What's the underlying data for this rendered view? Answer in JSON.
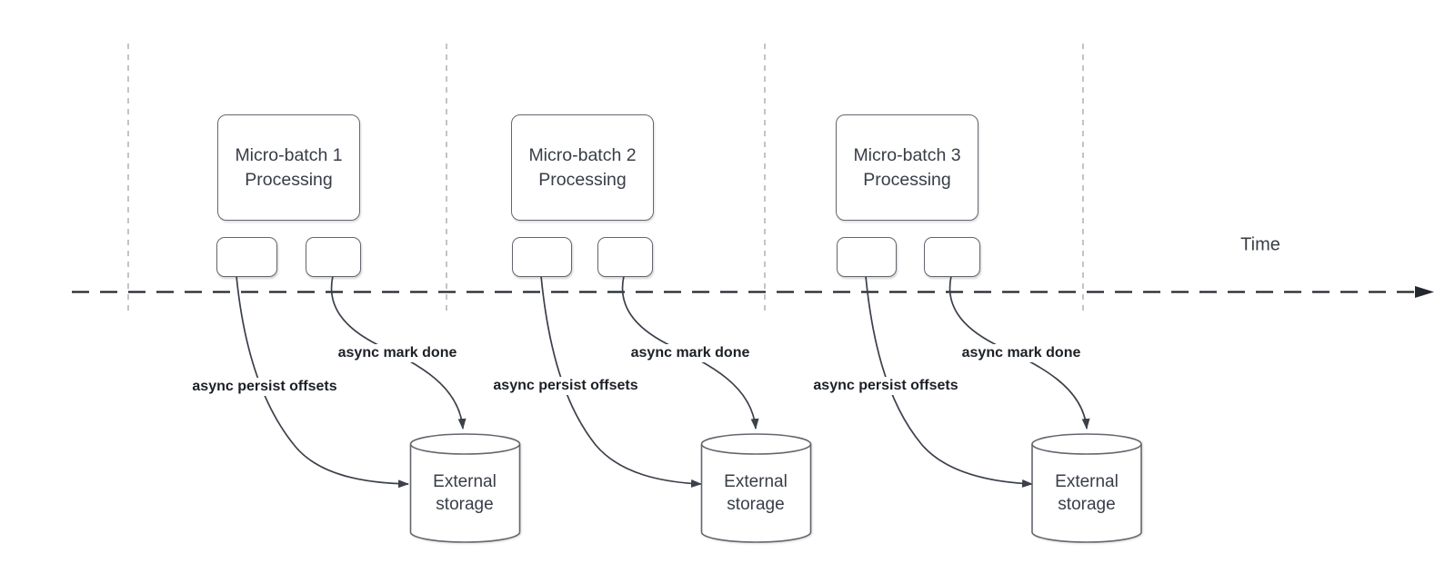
{
  "colors": {
    "background": "#ffffff",
    "shape_stroke": "#63676e",
    "edge_stroke": "#3b404a",
    "axis_color": "#23272e",
    "guide_color": "#b4b6b9",
    "text_color": "#383d47",
    "label_color": "#1c2026"
  },
  "time_axis": {
    "label": "Time"
  },
  "batches": [
    {
      "title_line1": "Micro-batch 1",
      "title_line2": "Processing",
      "persist_label": "async persist offsets",
      "done_label": "async mark done",
      "storage_line1": "External",
      "storage_line2": "storage"
    },
    {
      "title_line1": "Micro-batch 2",
      "title_line2": "Processing",
      "persist_label": "async persist offsets",
      "done_label": "async mark done",
      "storage_line1": "External",
      "storage_line2": "storage"
    },
    {
      "title_line1": "Micro-batch 3",
      "title_line2": "Processing",
      "persist_label": "async persist offsets",
      "done_label": "async mark done",
      "storage_line1": "External",
      "storage_line2": "storage"
    }
  ]
}
